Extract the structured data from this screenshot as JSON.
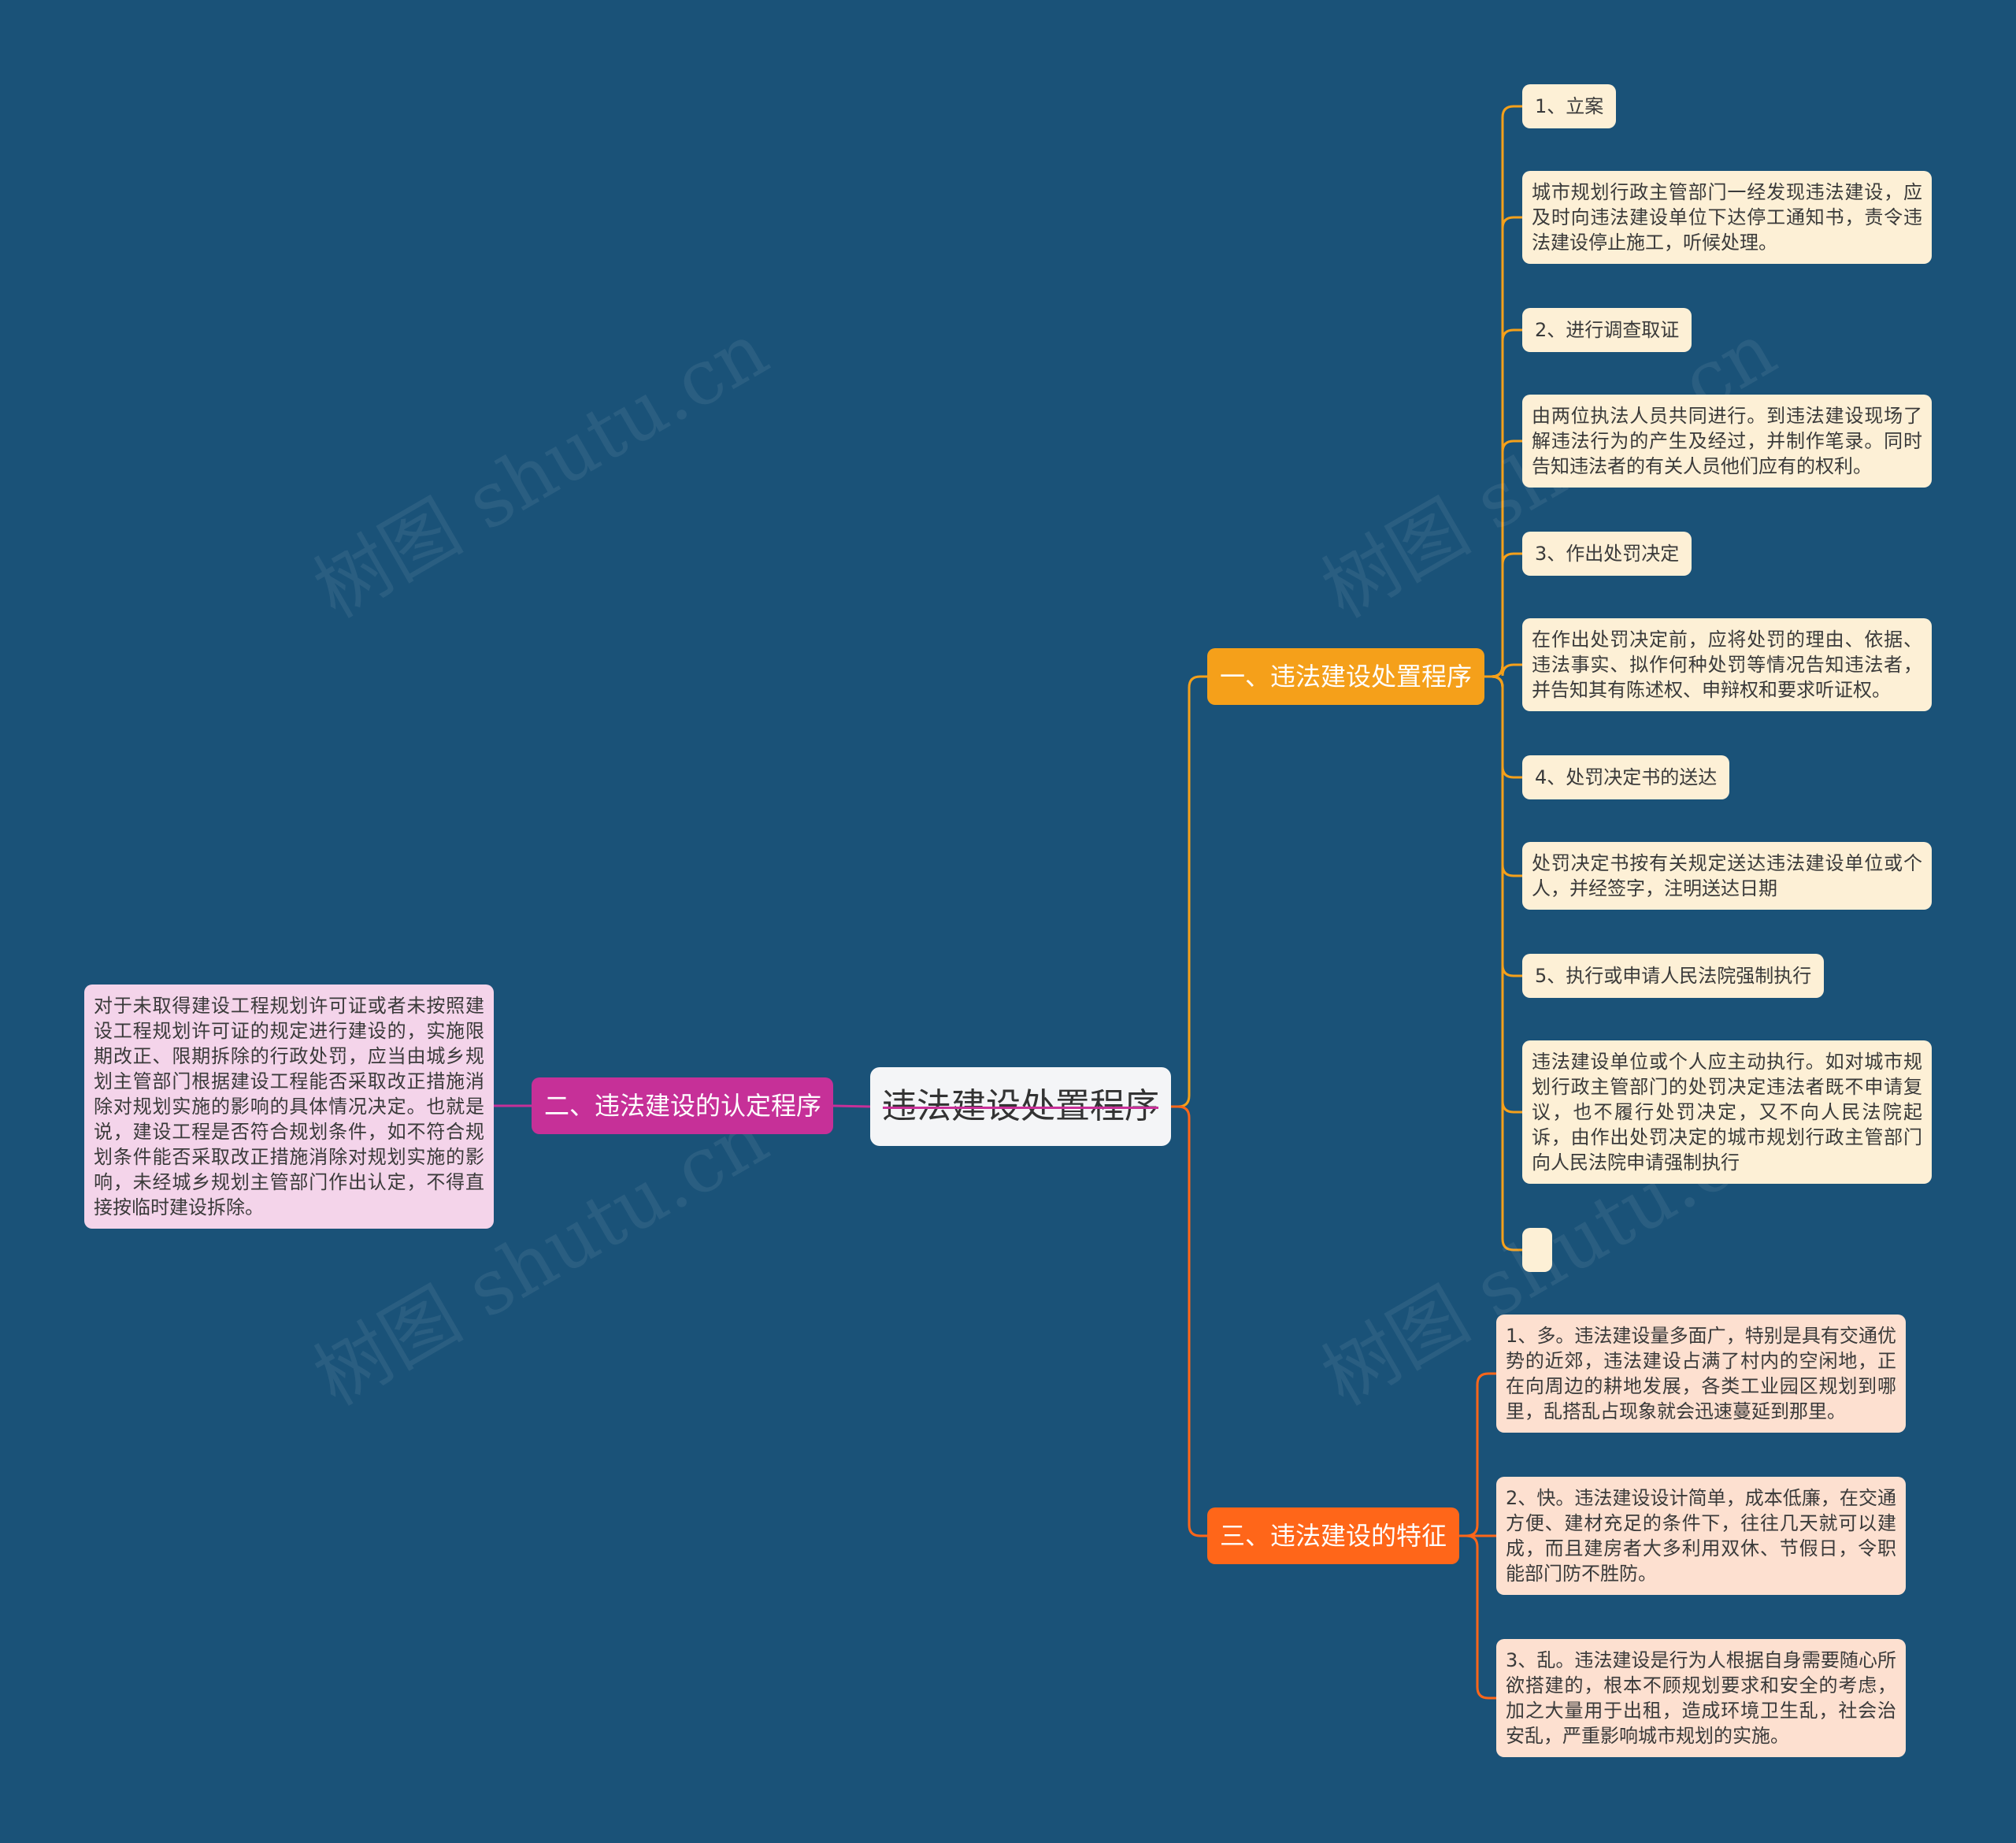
{
  "root": {
    "label": "违法建设处置程序"
  },
  "branches": [
    {
      "label": "一、违法建设处置程序",
      "color": "#f5a01a",
      "children": [
        {
          "kind": "title",
          "text": "1、立案"
        },
        {
          "kind": "text",
          "text": "城市规划行政主管部门一经发现违法建设，应及时向违法建设单位下达停工通知书，责令违法建设停止施工，听候处理。"
        },
        {
          "kind": "title",
          "text": "2、进行调查取证"
        },
        {
          "kind": "text",
          "text": "由两位执法人员共同进行。到违法建设现场了解违法行为的产生及经过，并制作笔录。同时告知违法者的有关人员他们应有的权利。"
        },
        {
          "kind": "title",
          "text": "3、作出处罚决定"
        },
        {
          "kind": "text",
          "text": "在作出处罚决定前，应将处罚的理由、依据、违法事实、拟作何种处罚等情况告知违法者，并告知其有陈述权、申辩权和要求听证权。"
        },
        {
          "kind": "title",
          "text": "4、处罚决定书的送达"
        },
        {
          "kind": "text",
          "text": "处罚决定书按有关规定送达违法建设单位或个人，并经签字，注明送达日期"
        },
        {
          "kind": "title",
          "text": "5、执行或申请人民法院强制执行"
        },
        {
          "kind": "text",
          "text": "违法建设单位或个人应主动执行。如对城市规划行政主管部门的处罚决定违法者既不申请复议，也不履行处罚决定，又不向人民法院起诉，由作出处罚决定的城市规划行政主管部门向人民法院申请强制执行"
        },
        {
          "kind": "empty",
          "text": ""
        }
      ]
    },
    {
      "label": "二、违法建设的认定程序",
      "color": "#c63098",
      "children": [
        {
          "kind": "text",
          "text": "对于未取得建设工程规划许可证或者未按照建设工程规划许可证的规定进行建设的，实施限期改正、限期拆除的行政处罚，应当由城乡规划主管部门根据建设工程能否采取改正措施消除对规划实施的影响的具体情况决定。也就是说，建设工程是否符合规划条件，如不符合规划条件能否采取改正措施消除对规划实施的影响，未经城乡规划主管部门作出认定，不得直接按临时建设拆除。"
        }
      ]
    },
    {
      "label": "三、违法建设的特征",
      "color": "#ff6619",
      "children": [
        {
          "kind": "text",
          "text": "1、多。违法建设量多面广，特别是具有交通优势的近郊，违法建设占满了村内的空闲地，正在向周边的耕地发展，各类工业园区规划到哪里，乱搭乱占现象就会迅速蔓延到那里。"
        },
        {
          "kind": "text",
          "text": "2、快。违法建设设计简单，成本低廉，在交通方便、建材充足的条件下，往往几天就可以建成，而且建房者大多利用双休、节假日，令职能部门防不胜防。"
        },
        {
          "kind": "text",
          "text": "3、乱。违法建设是行为人根据自身需要随心所欲搭建的，根本不顾规划要求和安全的考虑，加之大量用于出租，造成环境卫生乱，社会治安乱，严重影响城市规划的实施。"
        }
      ]
    }
  ],
  "watermark": "树图 shutu.cn"
}
